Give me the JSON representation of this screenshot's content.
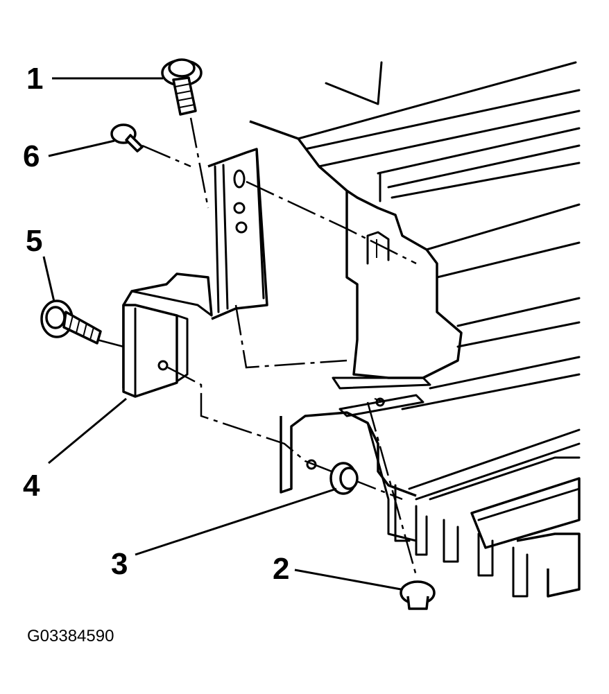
{
  "figure_id": "G03384590",
  "callouts": [
    {
      "label": "1",
      "part": "bolt-top"
    },
    {
      "label": "2",
      "part": "nut-bottom"
    },
    {
      "label": "3",
      "part": "nut-flange"
    },
    {
      "label": "4",
      "part": "bracket"
    },
    {
      "label": "5",
      "part": "bolt-side"
    },
    {
      "label": "6",
      "part": "bolt-small"
    }
  ]
}
